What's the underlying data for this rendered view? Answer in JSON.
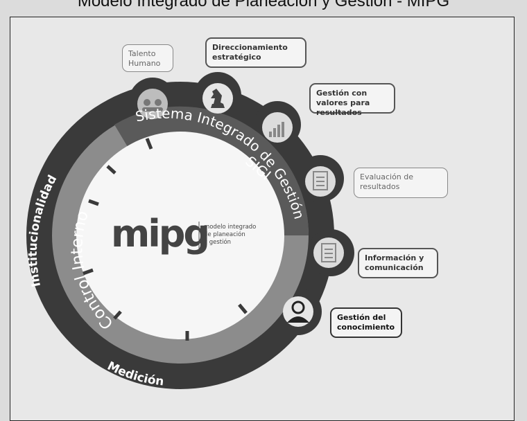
{
  "header": {
    "title": "Modelo Integrado de Planeación y Gestión - MIPG"
  },
  "logo": {
    "word": "mipg",
    "tagline": [
      "modelo integrado",
      "de planeación",
      "y gestión"
    ]
  },
  "ring_labels": {
    "sistema": "Sistema Integrado de Gestión",
    "sigi": "SIGI",
    "control_interno": "Control Interno",
    "institucionalidad": "Institucionalidad",
    "medicion": "Medición"
  },
  "dimensions": [
    {
      "label": "Talento Humano",
      "icon": "people-icon"
    },
    {
      "label": "Direccionamiento estratégico",
      "icon": "chess-knight-icon"
    },
    {
      "label": "Gestión con valores para resultados",
      "icon": "bar-chart-icon"
    },
    {
      "label": "Evaluación de resultados",
      "icon": "checklist-icon"
    },
    {
      "label": "Información y comunicación",
      "icon": "document-icon"
    },
    {
      "label": "Gestión del conocimiento",
      "icon": "person-icon"
    }
  ],
  "colors": {
    "dark_ring": "#3a3a3a",
    "mid_ring": "#8c8c8c",
    "center": "#f6f6f6",
    "background": "#e8e8e8"
  }
}
